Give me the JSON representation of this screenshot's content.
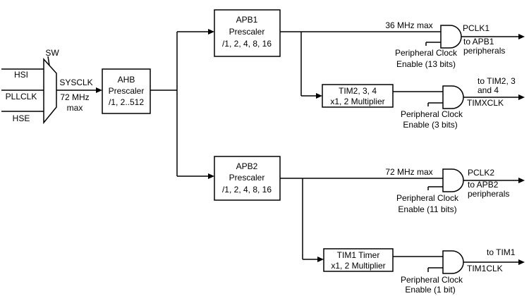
{
  "mux": {
    "label": "SW",
    "inputs": [
      "HSI",
      "PLLCLK",
      "HSE"
    ],
    "output_label": "SYSCLK",
    "max_line1": "72 MHz",
    "max_line2": "max"
  },
  "ahb": {
    "line1": "AHB",
    "line2": "Prescaler",
    "line3": "/1, 2..512"
  },
  "apb1": {
    "line1": "APB1",
    "line2": "Prescaler",
    "line3": "/1, 2, 4, 8, 16",
    "max_label": "36 MHz max",
    "gate_line1": "Peripheral Clock",
    "gate_line2": "Enable (13 bits)",
    "out_line1": "PCLK1",
    "out_line2": "to APB1",
    "out_line3": "peripherals"
  },
  "tim234": {
    "line1": "TIM2, 3, 4",
    "line2": "x1, 2 Multiplier",
    "gate_line1": "Peripheral Clock",
    "gate_line2": "Enable (3 bits)",
    "out_line1": "to TIM2, 3",
    "out_line2": "and 4",
    "out_line3": "TIMXCLK"
  },
  "apb2": {
    "line1": "APB2",
    "line2": "Prescaler",
    "line3": "/1, 2, 4, 8, 16",
    "max_label": "72 MHz max",
    "gate_line1": "Peripheral Clock",
    "gate_line2": "Enable (11 bits)",
    "out_line1": "PCLK2",
    "out_line2": "to APB2",
    "out_line3": "peripherals"
  },
  "tim1": {
    "line1": "TIM1 Timer",
    "line2": "x1, 2 Multiplier",
    "gate_line1": "Peripheral Clock",
    "gate_line2": "Enable (1 bit)",
    "out_line1": "to TIM1",
    "out_line2": "TIM1CLK"
  }
}
